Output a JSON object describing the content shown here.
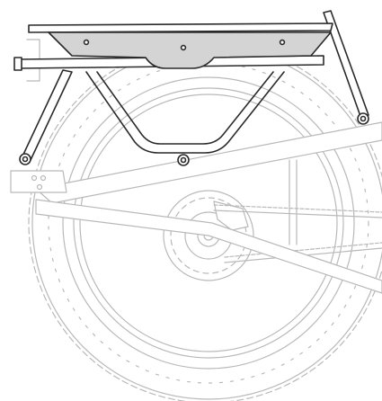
{
  "illustration": {
    "subject": "rear-rack-on-fat-tire-wheel",
    "colors": {
      "rack_stroke": "#2a2a2a",
      "tray_fill": "#d4d4d4",
      "background_parts": "#b9b9b9",
      "background": "#ffffff"
    },
    "icons": [
      "rear-rack",
      "accessory-tray",
      "mount-bolt",
      "fat-tire-wheel",
      "disc-brake-rotor",
      "drive-chain",
      "seat-stay",
      "chain-stay"
    ]
  }
}
